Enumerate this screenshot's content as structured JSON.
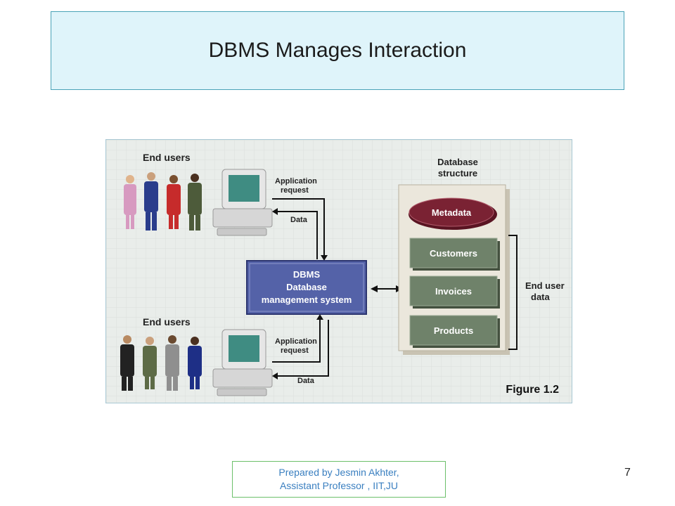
{
  "slide": {
    "title": "DBMS Manages Interaction",
    "page_number": "7"
  },
  "figure": {
    "caption": "Figure 1.2",
    "end_users_top": "End users",
    "end_users_bottom": "End users",
    "app_request_line1": "Application",
    "app_request_line2": "request",
    "data_label": "Data",
    "dbms_line1": "DBMS",
    "dbms_line2": "Database",
    "dbms_line3": "management system",
    "db_structure_line1": "Database",
    "db_structure_line2": "structure",
    "metadata": "Metadata",
    "customers": "Customers",
    "invoices": "Invoices",
    "products": "Products",
    "end_user_data_line1": "End user",
    "end_user_data_line2": "data"
  },
  "footer": {
    "line1": "Prepared by Jesmin Akhter,",
    "line2": "Assistant Professor , IIT,JU"
  },
  "colors": {
    "title_bg": "#dff4fa",
    "dbms_box": "#5462a8",
    "metadata_ellipse": "#7a2233",
    "table_box": "#6f826a",
    "footer_text": "#3a7fc0"
  }
}
